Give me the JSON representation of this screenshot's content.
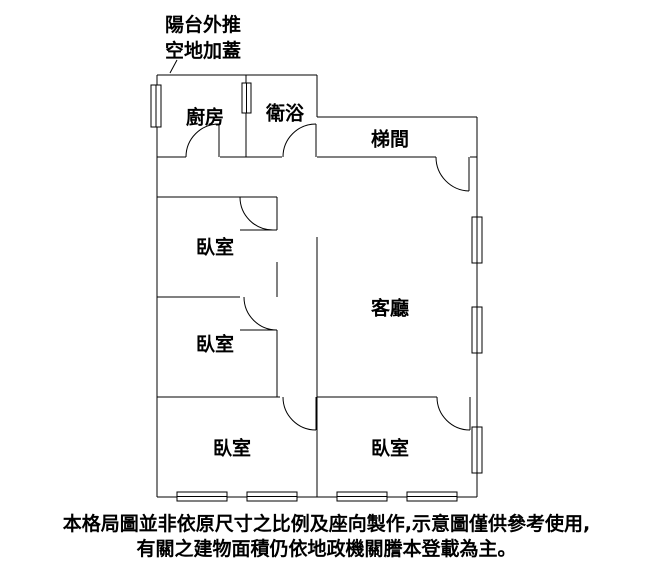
{
  "annotation": {
    "line1": "陽台外推",
    "line2": "空地加蓋"
  },
  "rooms": {
    "kitchen": "廚房",
    "bath": "衛浴",
    "stair": "梯間",
    "living": "客廳",
    "bedroom1": "臥室",
    "bedroom2": "臥室",
    "bedroom3": "臥室",
    "bedroom4": "臥室"
  },
  "disclaimer": {
    "line1": "本格局圖並非依原尺寸之比例及座向製作,示意圖僅供參考使用,",
    "line2": "有關之建物面積仍依地政機關謄本登載為主。"
  }
}
